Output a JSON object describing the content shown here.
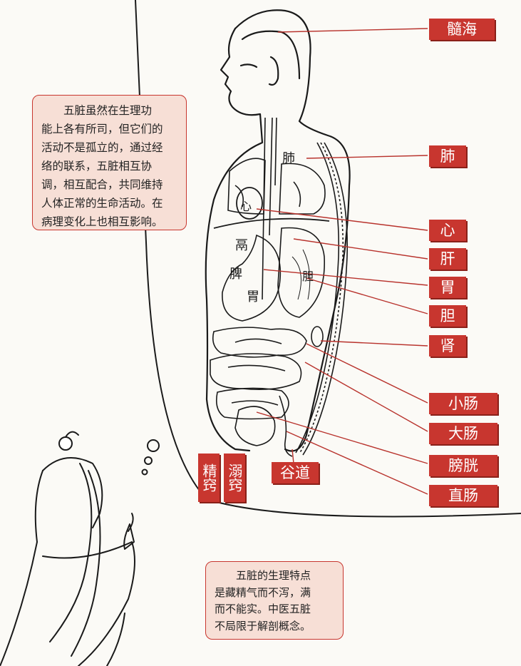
{
  "labels": {
    "suihai": "髓海",
    "fei": "肺",
    "xin": "心",
    "gan": "肝",
    "wei": "胃",
    "dan": "胆",
    "shen": "肾",
    "xiaochang": "小肠",
    "dachang": "大肠",
    "pangguang": "膀胱",
    "zhichang": "直肠",
    "gudao": "谷道",
    "jingqiao": "精窍",
    "niqiao": "溺窍"
  },
  "organ_text": {
    "fei": "肺",
    "xin": "心",
    "ge": "鬲",
    "pi": "脾",
    "wei": "胃",
    "dan": "胆"
  },
  "notes": {
    "top_left": "　　五脏虽然在生理功\n能上各有所司，但它们的\n活动不是孤立的，通过经\n络的联系，五脏相互协\n调，相互配合，共同维持\n人体正常的生命活动。在\n病理变化上也相互影响。",
    "bottom": "　　五脏的生理特点\n是藏精气而不泻，满\n而不能实。中医五脏\n不局限于解剖概念。"
  },
  "colors": {
    "label_bg": "#c8362f",
    "note_bg": "#f7dfd6",
    "ink": "#1a1a1a",
    "leader": "#b8322c"
  }
}
